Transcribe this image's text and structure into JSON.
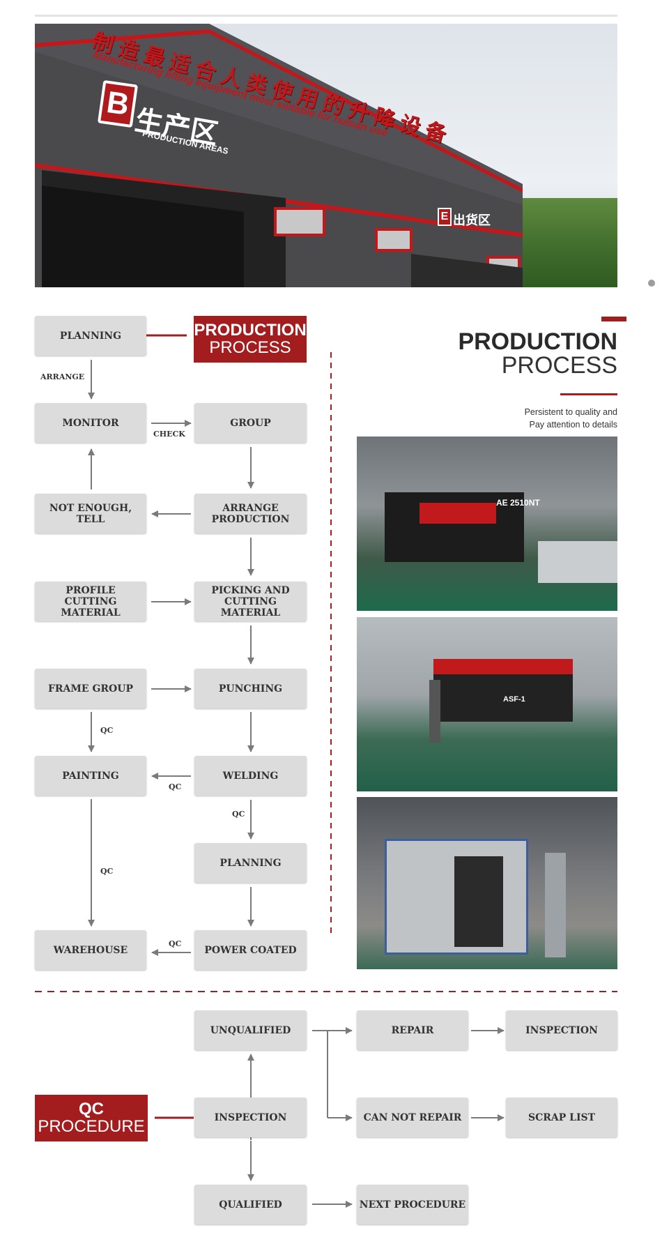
{
  "hero": {
    "sign_cn": "制造最适合人类使用的升降设备",
    "sign_en": "Manufacturing lifting equipment most suitable for human use",
    "zone_letter": "B",
    "zone_cn": "生产区",
    "zone_en": "PRODUCTION AREAS",
    "zone2_letter": "E",
    "zone2_cn": "出货区",
    "photo_panel_text": "AE 2510NT",
    "photo_panel_text2": "ASF-1"
  },
  "production": {
    "badge_line1": "PRODUCTION",
    "badge_line2": "PROCESS",
    "steps": {
      "planning": "PLANNING",
      "monitor": "MONITOR",
      "group": "GROUP",
      "not_enough": "NOT ENOUGH, TELL",
      "arrange_production": "ARRANGE PRODUCTION",
      "profile_cutting": "PROFILE CUTTING MATERIAL",
      "picking_cutting": "PICKING AND CUTTING MATERIAL",
      "frame_group": "FRAME GROUP",
      "punching": "PUNCHING",
      "painting": "PAINTING",
      "welding": "WELDING",
      "planning2": "PLANNING",
      "warehouse": "WAREHOUSE",
      "power_coated": "POWER COATED"
    },
    "labels": {
      "arrange": "ARRANGE",
      "check": "CHECK",
      "qc": "QC"
    }
  },
  "right": {
    "title_line1": "PRODUCTION",
    "title_line2": "PROCESS",
    "subtitle_line1": "Persistent to quality and",
    "subtitle_line2": "Pay attention to details"
  },
  "qc": {
    "badge_line1": "QC",
    "badge_line2": "PROCEDURE",
    "steps": {
      "unqualified": "UNQUALIFIED",
      "repair": "REPAIR",
      "inspection_right": "INSPECTION",
      "inspection": "INSPECTION",
      "can_not_repair": "CAN NOT REPAIR",
      "scrap_list": "SCRAP LIST",
      "qualified": "QUALIFIED",
      "next_procedure": "NEXT PROCEDURE"
    }
  },
  "colors": {
    "accent_red": "#a31d1f",
    "box_gray": "#dcdcdc",
    "arrow_gray": "#7a7a7a"
  }
}
